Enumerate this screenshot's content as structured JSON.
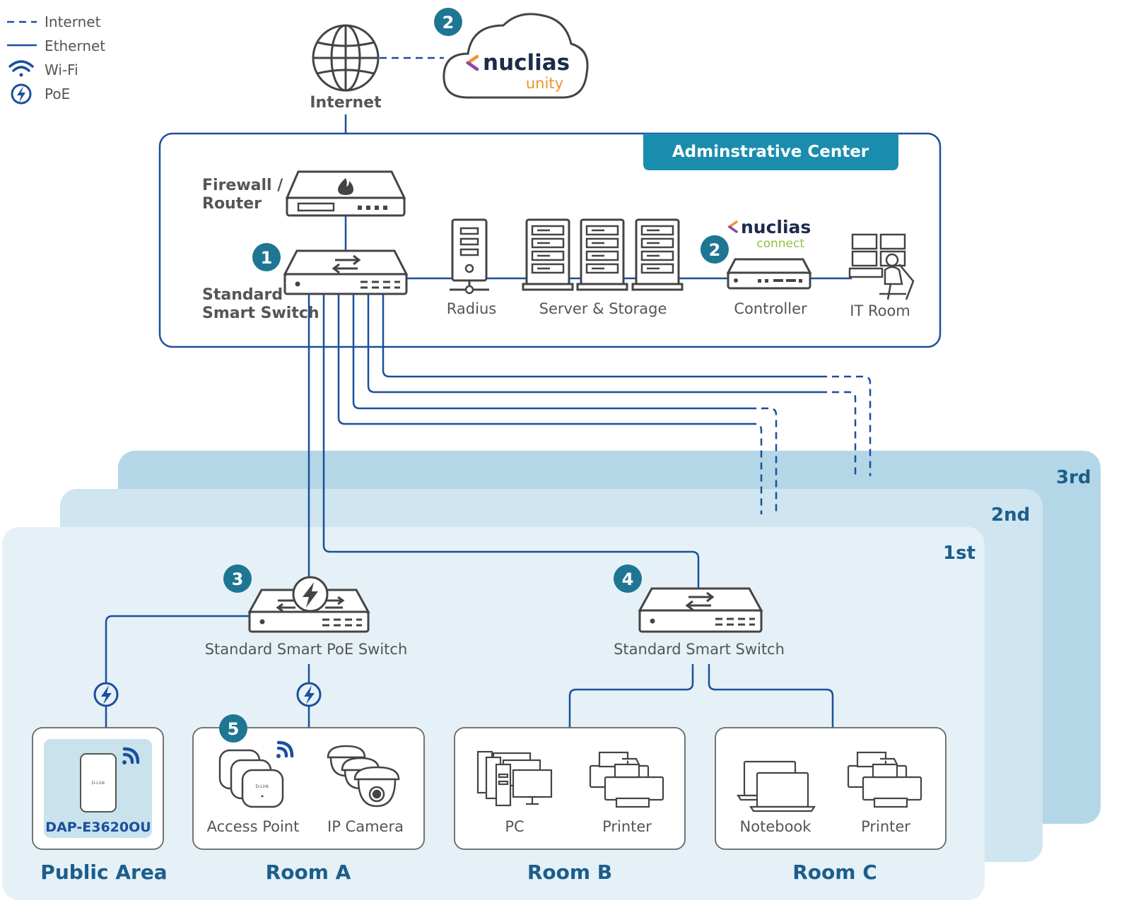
{
  "legend": {
    "internet": "Internet",
    "ethernet": "Ethernet",
    "wifi": "Wi-Fi",
    "poe": "PoE"
  },
  "cloud": {
    "brand": "nuclias",
    "product": "unity",
    "badge": "2"
  },
  "internet_label": "Internet",
  "admin": {
    "title": "Adminstrative Center",
    "firewall_line1": "Firewall /",
    "firewall_line2": "Router",
    "switch_badge": "1",
    "switch_line1": "Standard",
    "switch_line2": "Smart Switch",
    "radius": "Radius",
    "server": "Server & Storage",
    "controller_brand": "nuclias",
    "controller_product": "connect",
    "controller_badge": "2",
    "controller": "Controller",
    "it_room": "IT Room"
  },
  "floors": {
    "third_num": "3",
    "third_suffix": "rd",
    "second_num": "2",
    "second_suffix": "nd",
    "first_num": "1",
    "first_suffix": "st"
  },
  "poe_switch": {
    "badge": "3",
    "label": "Standard Smart PoE Switch"
  },
  "smart_switch": {
    "badge": "4",
    "label": "Standard Smart Switch"
  },
  "public_area": {
    "device": "DAP-E3620OU",
    "device_brand": "D-Link",
    "name": "Public Area"
  },
  "room_a": {
    "badge": "5",
    "ap": "Access Point",
    "ap_brand": "D-Link",
    "camera": "IP Camera",
    "name": "Room A"
  },
  "room_b": {
    "pc": "PC",
    "printer": "Printer",
    "name": "Room B"
  },
  "room_c": {
    "notebook": "Notebook",
    "printer": "Printer",
    "name": "Room C"
  },
  "colors": {
    "line": "#1b4f9c",
    "badge": "#1e7693",
    "header": "#1a8cae",
    "floor3": "#b3d7e6",
    "floor2": "#cfe5ef",
    "floor1": "#e5f1f7",
    "nuclias_orange": "#f0932b",
    "nuclias_green": "#8dc63f"
  }
}
